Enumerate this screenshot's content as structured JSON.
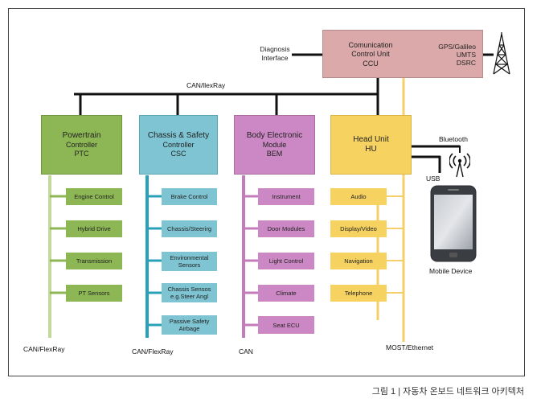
{
  "ccu": {
    "line1": "Comunication",
    "line2": "Control Unit",
    "line3": "CCU",
    "right1": "GPS/Galileo",
    "right2": "UMTS",
    "right3": "DSRC"
  },
  "diagnosis": {
    "line1": "Diagnosis",
    "line2": "Interface"
  },
  "bus_top": "CAN/llexRay",
  "ptc": {
    "line1": "Powertrain",
    "line2": "Controller",
    "line3": "PTC",
    "items": [
      "Engine Control",
      "Hybrid Drive",
      "Transmission",
      "PT Sensors"
    ],
    "bus": "CAN/FlexRay"
  },
  "csc": {
    "line1": "Chassis & Safety",
    "line2": "Controller",
    "line3": "CSC",
    "items": [
      "Brake Control",
      "Chassis/Steerirg",
      "Environmental Sensors",
      "Chassis Sensos e.g.Steer Angl",
      "Passive Safety Airbage"
    ],
    "bus": "CAN/FlexRay"
  },
  "bem": {
    "line1": "Body Electronic",
    "line2": "Module",
    "line3": "BEM",
    "items": [
      "Instrument",
      "Door Modules",
      "Light Control",
      "Climate",
      "Seat ECU"
    ],
    "bus": "CAN"
  },
  "hu": {
    "line1": "Head Unit",
    "line2": "HU",
    "items": [
      "Audio",
      "Display/Video",
      "Navigation",
      "Telephone"
    ],
    "bus": "MOST/Ethernet"
  },
  "bluetooth": "Bluetooth",
  "usb": "USB",
  "mobile": "Mobile Device",
  "caption": "그림 1 | 자동차 온보드 네트워크 아키텍처",
  "colors": {
    "ptc": "#8db654",
    "ptc_light": "#c2d99a",
    "csc": "#7ec4d2",
    "csc_dark": "#2aa1b8",
    "bem": "#cc88c4",
    "bem_dark": "#c47bbb",
    "hu": "#f6d261",
    "hu_line": "#f5d06a",
    "ccu": "#dba9a9"
  }
}
